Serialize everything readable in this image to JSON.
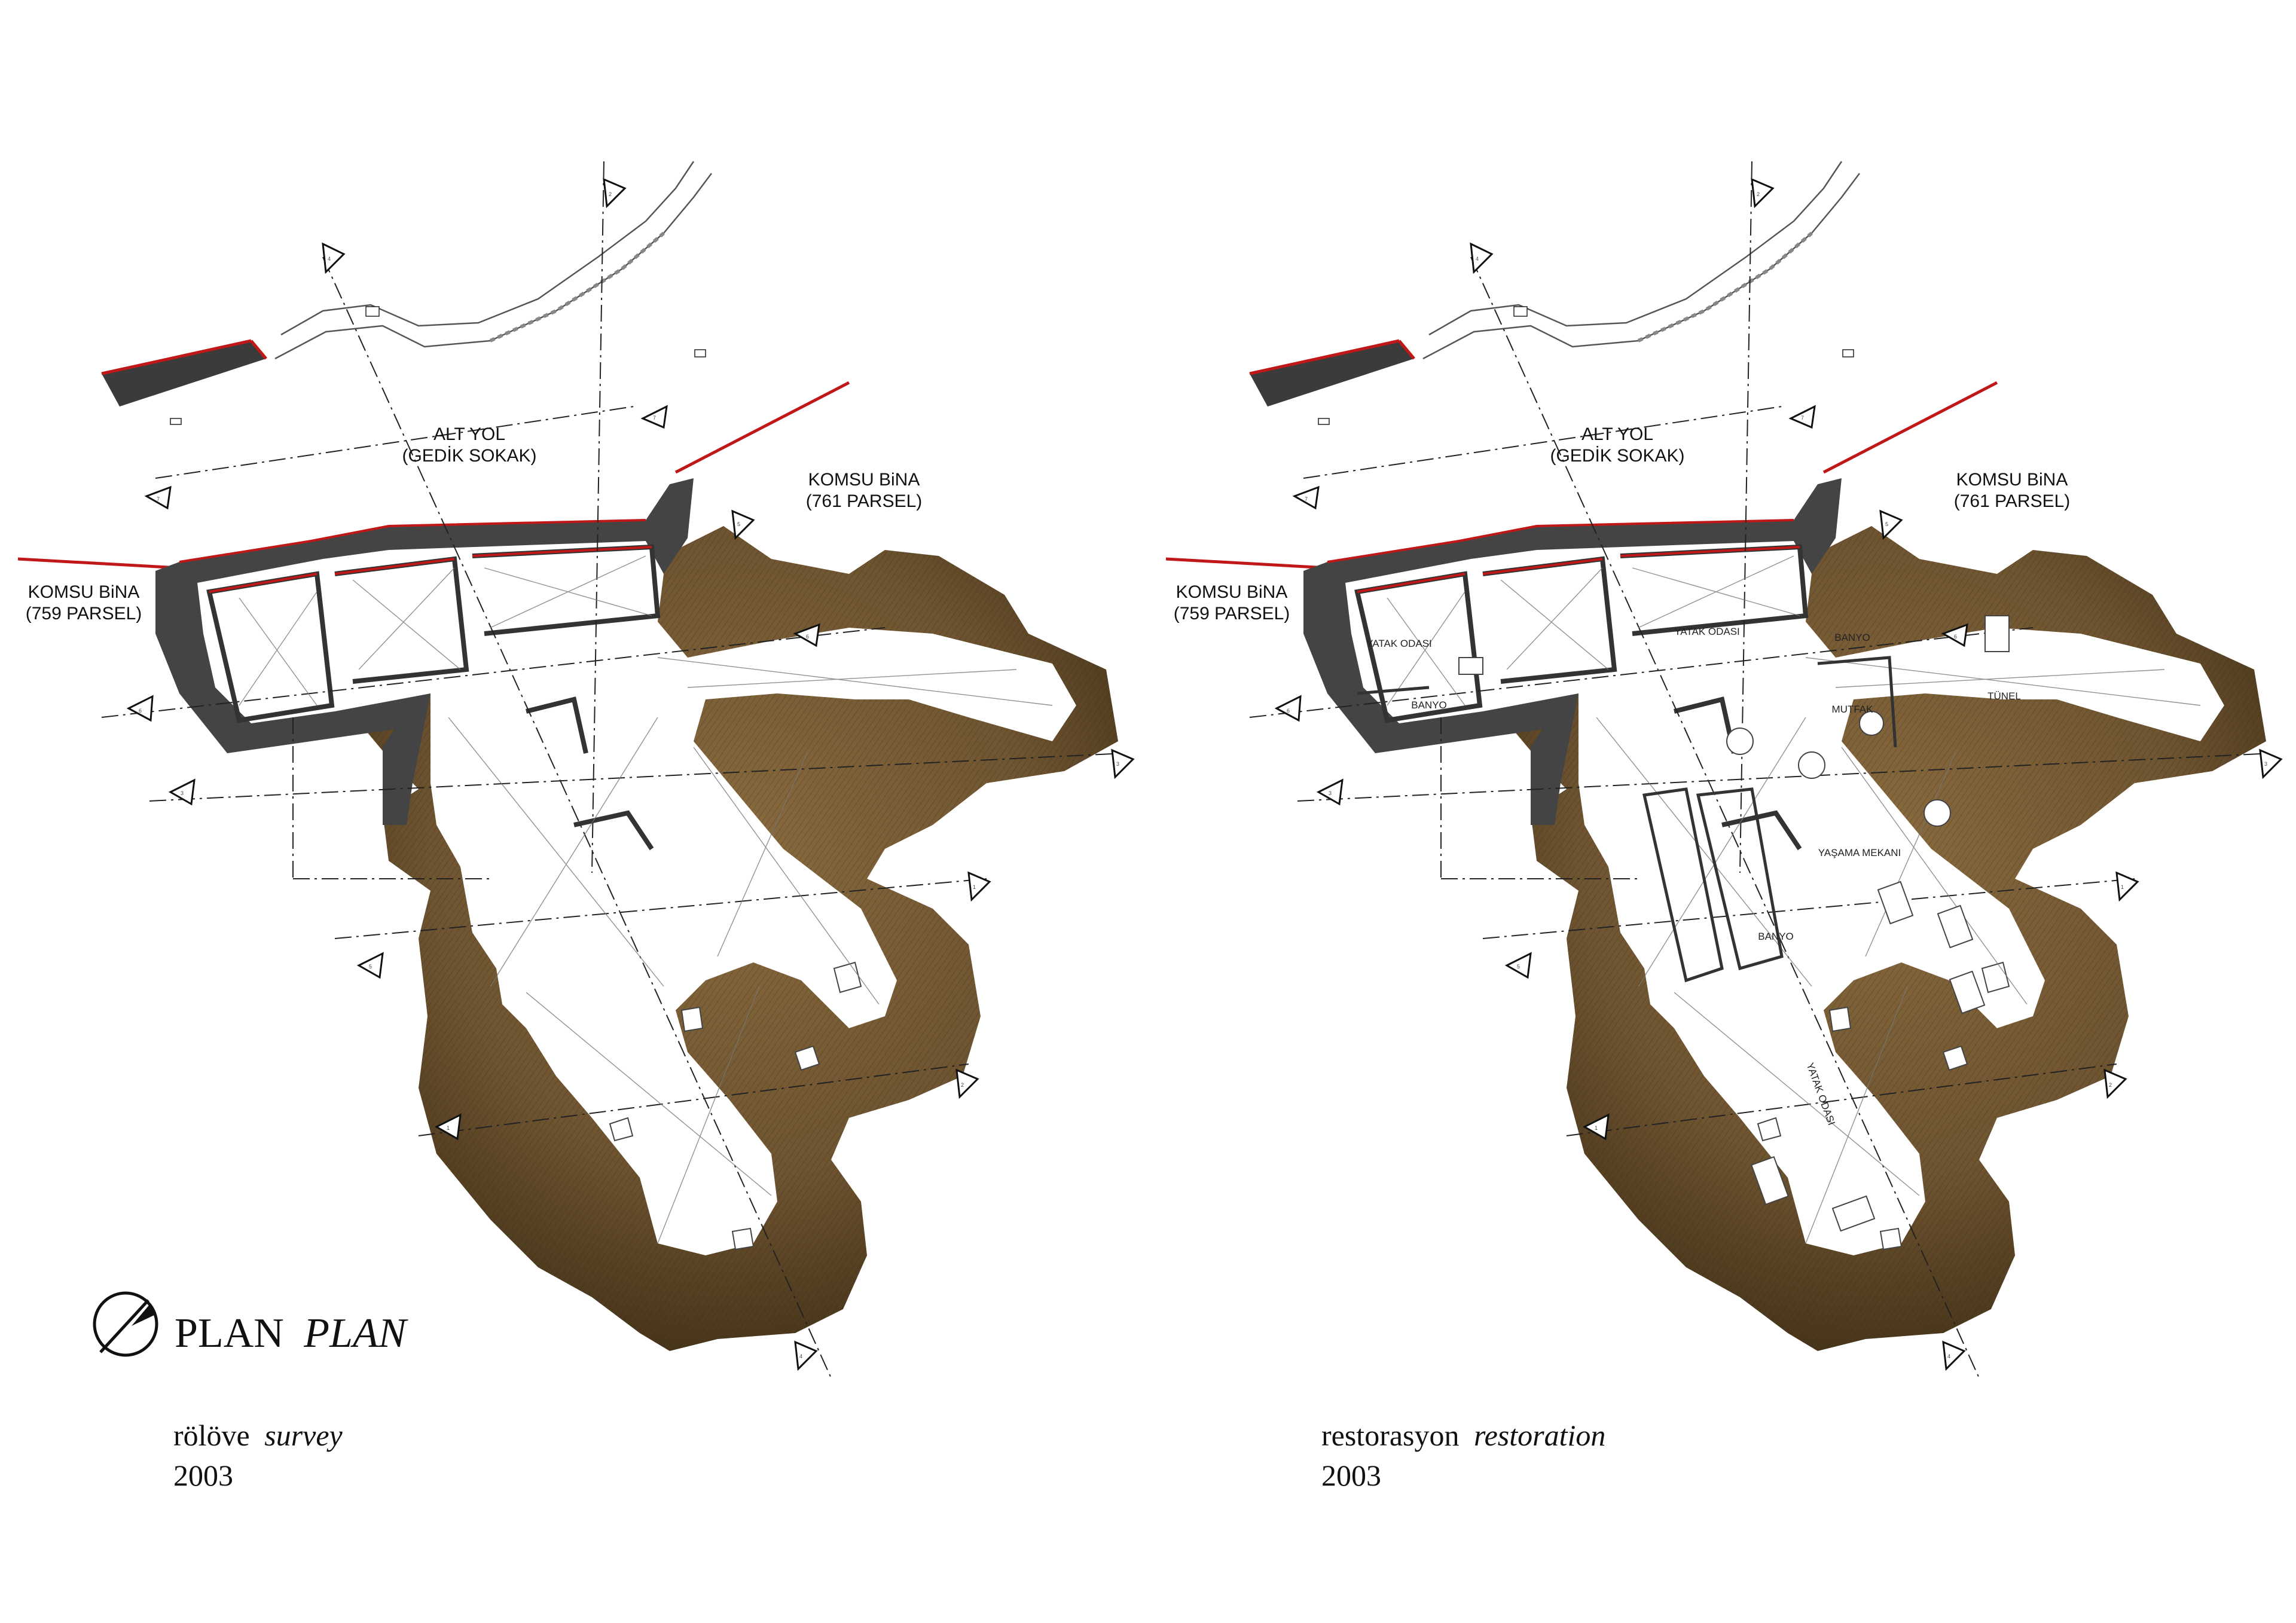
{
  "colors": {
    "earth": "#6e5431",
    "earth_dark": "#3f2e15",
    "wall": "#444444",
    "red": "#c01818",
    "ink": "#111111"
  },
  "survey": {
    "street_label": "ALT YOL",
    "street_sublabel": "(GEDİK SOKAK)",
    "neighbor_right": "KOMSU BiNA",
    "neighbor_right_parcel": "(761 PARSEL)",
    "neighbor_left": "KOMSU BiNA",
    "neighbor_left_parcel": "(759 PARSEL)",
    "section_marks": [
      "1",
      "2",
      "3",
      "4",
      "5",
      "6",
      "7"
    ],
    "caption_main": "rölöve",
    "caption_italic": "survey",
    "year": "2003"
  },
  "restoration": {
    "street_label": "ALT YOL",
    "street_sublabel": "(GEDİK SOKAK)",
    "neighbor_right": "KOMSU BiNA",
    "neighbor_right_parcel": "(761 PARSEL)",
    "neighbor_left": "KOMSU BiNA",
    "neighbor_left_parcel": "(759 PARSEL)",
    "section_marks": [
      "1",
      "2",
      "3",
      "4",
      "5",
      "6",
      "7"
    ],
    "rooms": {
      "r1": "YATAK ODASI",
      "r2": "BANYO",
      "r3": "YATAK ODASI",
      "r4": "BANYO",
      "r5": "MUTFAK",
      "r6": "TÜNEL",
      "r7": "YAŞAMA MEKANI",
      "r8": "BANYO",
      "r9": "YATAK ODASI"
    },
    "caption_main": "restorasyon",
    "caption_italic": "restoration",
    "year": "2003"
  },
  "plan_title": {
    "main": "PLAN",
    "italic": "PLAN"
  },
  "north_icon": "north-arrow-icon"
}
